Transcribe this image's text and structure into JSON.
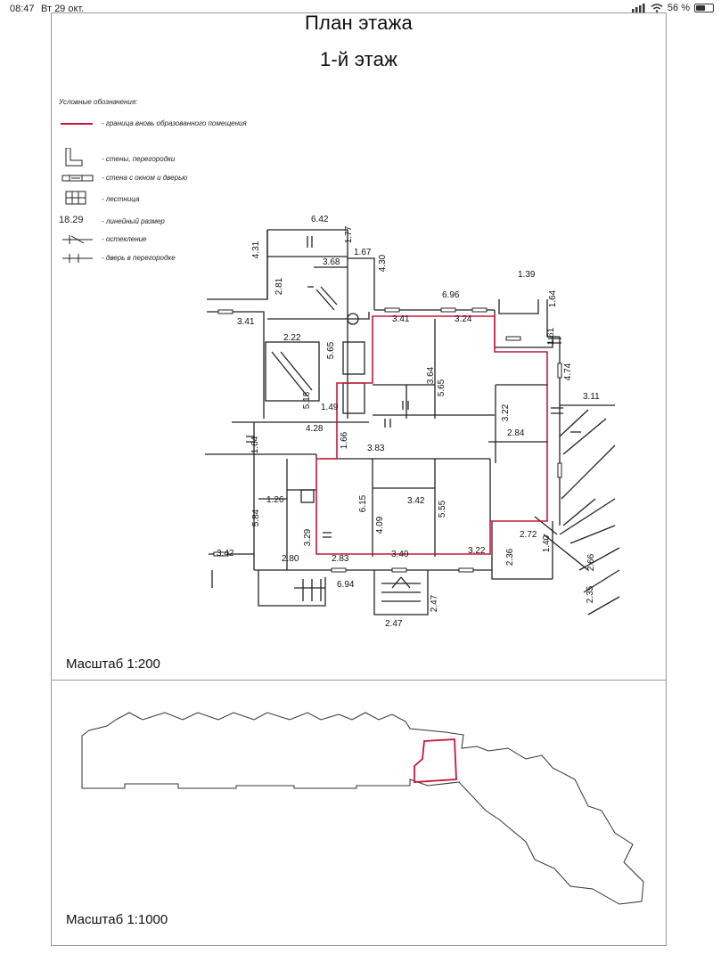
{
  "status_bar": {
    "time": "08:47",
    "date": "Вт 29 окт.",
    "battery": "56 %",
    "battery_level": 0.56
  },
  "document": {
    "title": "План этажа",
    "subtitle": "1-й этаж",
    "legend": {
      "title": "Условные обозначения:",
      "items": [
        {
          "symbol": "red-line",
          "text": "- граница вновь образованного помещения"
        },
        {
          "symbol": "wall",
          "text": "- стены, перегородки"
        },
        {
          "symbol": "window-door",
          "text": "- стена с окном и дверью"
        },
        {
          "symbol": "stairs",
          "text": "- лестница"
        },
        {
          "symbol": "18.29",
          "text": "- линейный размер"
        },
        {
          "symbol": "glazing",
          "text": "- остекление"
        },
        {
          "symbol": "door",
          "text": "- дверь в перегородке"
        }
      ]
    },
    "dimensions": [
      "6.42",
      "1.77",
      "4.31",
      "3.68",
      "1.67",
      "4.30",
      "2.81",
      "1.39",
      "1.64",
      "6.96",
      "3.41",
      "3.41",
      "3.24",
      "1.61",
      "2.22",
      "5.65",
      "3.64",
      "5.65",
      "4.74",
      "3.22",
      "3.11",
      "5.18",
      "1.49",
      "1.64",
      "4.28",
      "1.66",
      "3.83",
      "2.84",
      "1.26",
      "5.84",
      "6.15",
      "3.42",
      "5.55",
      "3.29",
      "4.09",
      "3.42",
      "2.80",
      "2.83",
      "3.40",
      "3.22",
      "2.36",
      "2.72",
      "1.40",
      "2.66",
      "6.94",
      "2.47",
      "2.35",
      "2.47"
    ],
    "scale_main": "Масштаб 1:200",
    "scale_overview": "Масштаб 1:1000",
    "colors": {
      "boundary": "#c8173c",
      "lines": "#222222",
      "frame": "#999999"
    }
  }
}
